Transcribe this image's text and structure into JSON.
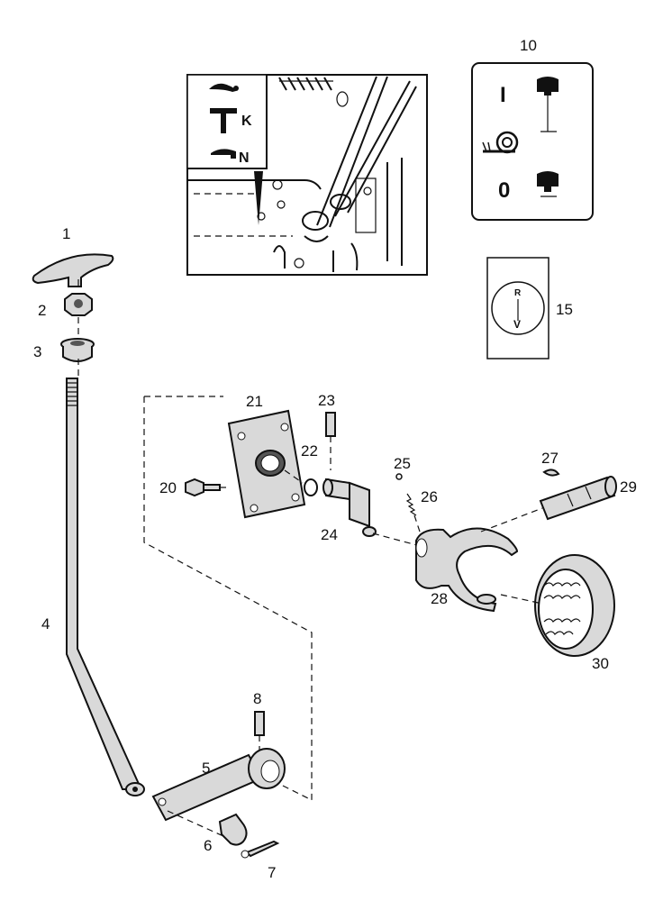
{
  "callouts": {
    "c1": "1",
    "c2": "2",
    "c3": "3",
    "c4": "4",
    "c5": "5",
    "c6": "6",
    "c7": "7",
    "c8": "8",
    "c10": "10",
    "c15": "15",
    "c20": "20",
    "c21": "21",
    "c22": "22",
    "c23": "23",
    "c24": "24",
    "c25": "25",
    "c26": "26",
    "c27": "27",
    "c28": "28",
    "c29": "29",
    "c30": "30"
  },
  "inset_labels": {
    "k": "K",
    "n": "N"
  },
  "decal_10": {
    "top": "I",
    "bottom": "0"
  },
  "decal_15": {
    "top": "R",
    "bottom": "V"
  },
  "icons": [
    "turtle-icon",
    "snail-icon",
    "knob-icon",
    "gear-lever-icon"
  ]
}
